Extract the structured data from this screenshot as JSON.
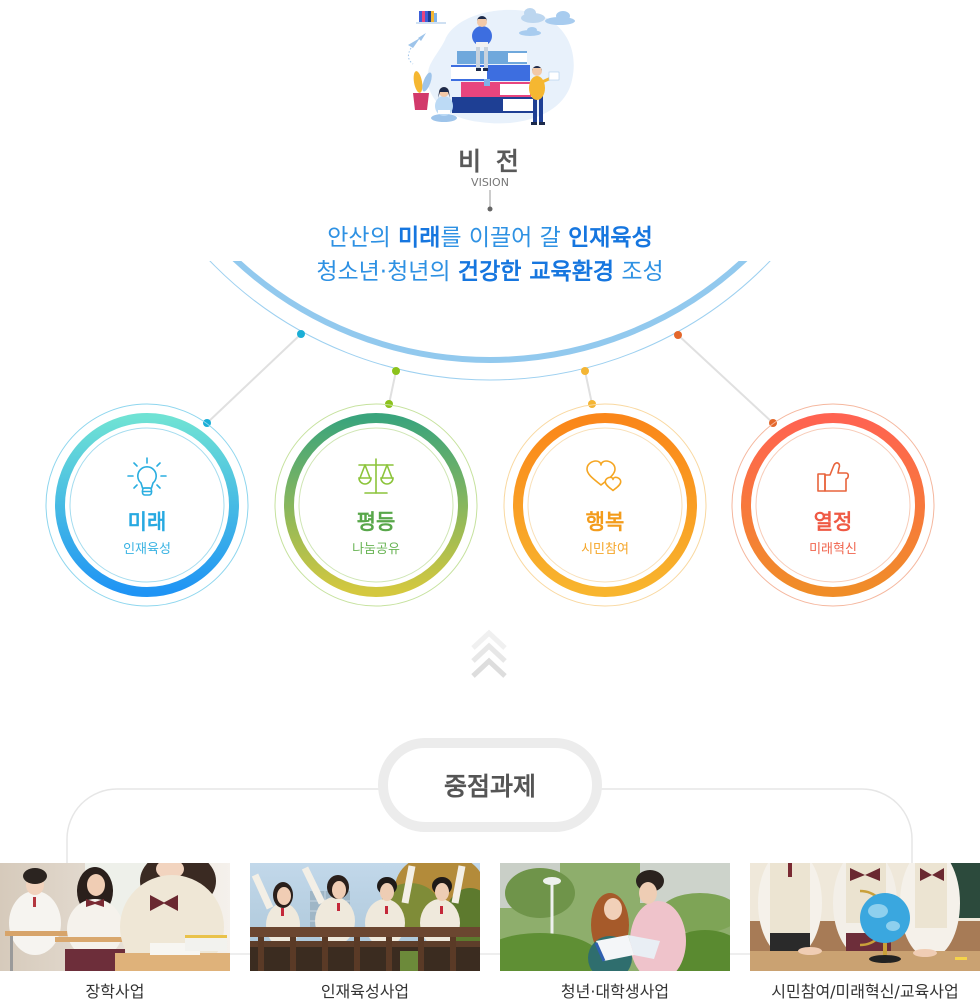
{
  "vision": {
    "title": "비 전",
    "subtitle": "VISION",
    "statement": {
      "line1": [
        {
          "text": "안산의 ",
          "bold": false
        },
        {
          "text": "미래",
          "bold": true
        },
        {
          "text": "를 이끌어 갈 ",
          "bold": false
        },
        {
          "text": "인재육성",
          "bold": true
        }
      ],
      "line2": [
        {
          "text": "청소년·청년의 ",
          "bold": false
        },
        {
          "text": "건강한 교육환경",
          "bold": true
        },
        {
          "text": " 조성",
          "bold": false
        }
      ]
    }
  },
  "core_values": [
    {
      "title": "미래",
      "subtitle": "인재육성",
      "icon": "lightbulb-icon",
      "color": "#27a9e1",
      "subtitle_color": "#3ab3e3"
    },
    {
      "title": "평등",
      "subtitle": "나눔공유",
      "icon": "scale-icon",
      "color": "#58a74a",
      "subtitle_color": "#69b455"
    },
    {
      "title": "행복",
      "subtitle": "시민참여",
      "icon": "hearts-icon",
      "color": "#f39c1c",
      "subtitle_color": "#f5a629"
    },
    {
      "title": "열정",
      "subtitle": "미래혁신",
      "icon": "thumbs-up-icon",
      "color": "#ef5a45",
      "subtitle_color": "#f0654e"
    }
  ],
  "scroll_indicator": {
    "icon": "triple-chevron-up-icon"
  },
  "key_tasks": {
    "title": "중점과제",
    "items": [
      {
        "label": "장학사업"
      },
      {
        "label": "인재육성사업"
      },
      {
        "label": "청년·대학생사업"
      },
      {
        "label": "시민참여/미래혁신/교육사업"
      }
    ]
  },
  "colors": {
    "statement_text": "#2e91e3",
    "statement_bold": "#1676df",
    "arc": "#92c9ee",
    "heading": "#555555"
  }
}
